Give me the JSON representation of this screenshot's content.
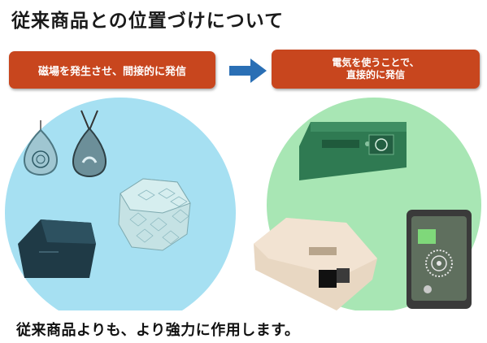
{
  "title": "従来商品との位置づけについて",
  "left_badge": "磁場を発生させ、間接的に発信",
  "right_badge": {
    "line1": "電気を使うことで、",
    "line2": "直接的に発信"
  },
  "conclusion": "従来商品よりも、より強力に作用します。",
  "colors": {
    "badge": "#c8461e",
    "arrow": "#2a6fb5",
    "left_circle": "#a6e0f2",
    "right_circle": "#a8e6b4"
  }
}
